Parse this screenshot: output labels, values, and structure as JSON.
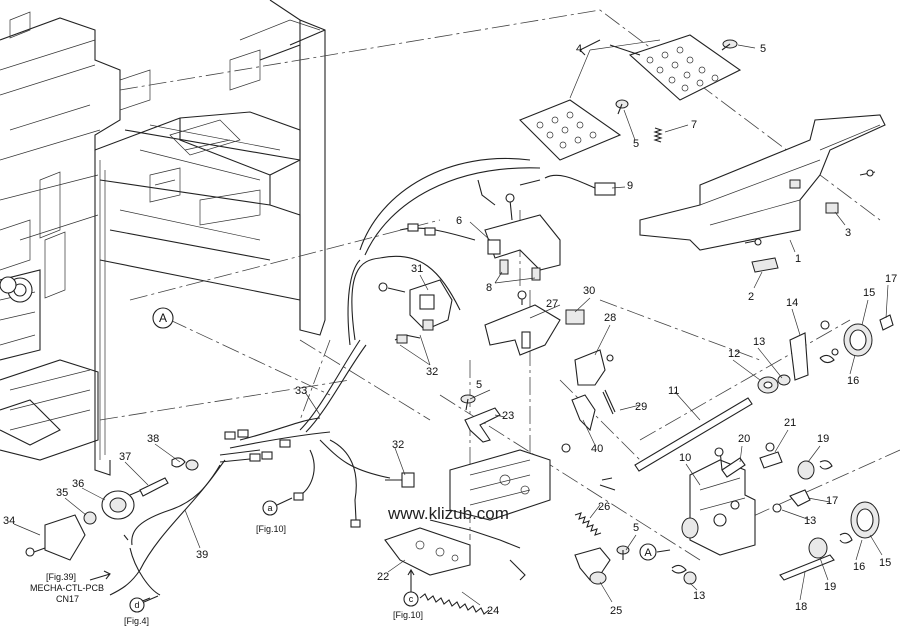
{
  "watermark": "www.klizub.com",
  "callouts": [
    "1",
    "2",
    "3",
    "4",
    "5",
    "5",
    "5",
    "5",
    "5",
    "6",
    "7",
    "8",
    "9",
    "10",
    "11",
    "12",
    "13",
    "13",
    "13",
    "14",
    "15",
    "15",
    "16",
    "16",
    "17",
    "17",
    "18",
    "19",
    "19",
    "20",
    "21",
    "22",
    "23",
    "24",
    "25",
    "26",
    "27",
    "28",
    "29",
    "30",
    "31",
    "32",
    "32",
    "33",
    "34",
    "35",
    "36",
    "37",
    "38",
    "39",
    "40"
  ],
  "circle_labels": [
    "A",
    "A",
    "a",
    "c",
    "d"
  ],
  "references": {
    "fig10_a": "[Fig.10]",
    "fig10_c": "[Fig.10]",
    "fig4": "[Fig.4]",
    "fig39": "[Fig.39]",
    "pcb": "MECHA-CTL-PCB",
    "connector": "CN17"
  }
}
